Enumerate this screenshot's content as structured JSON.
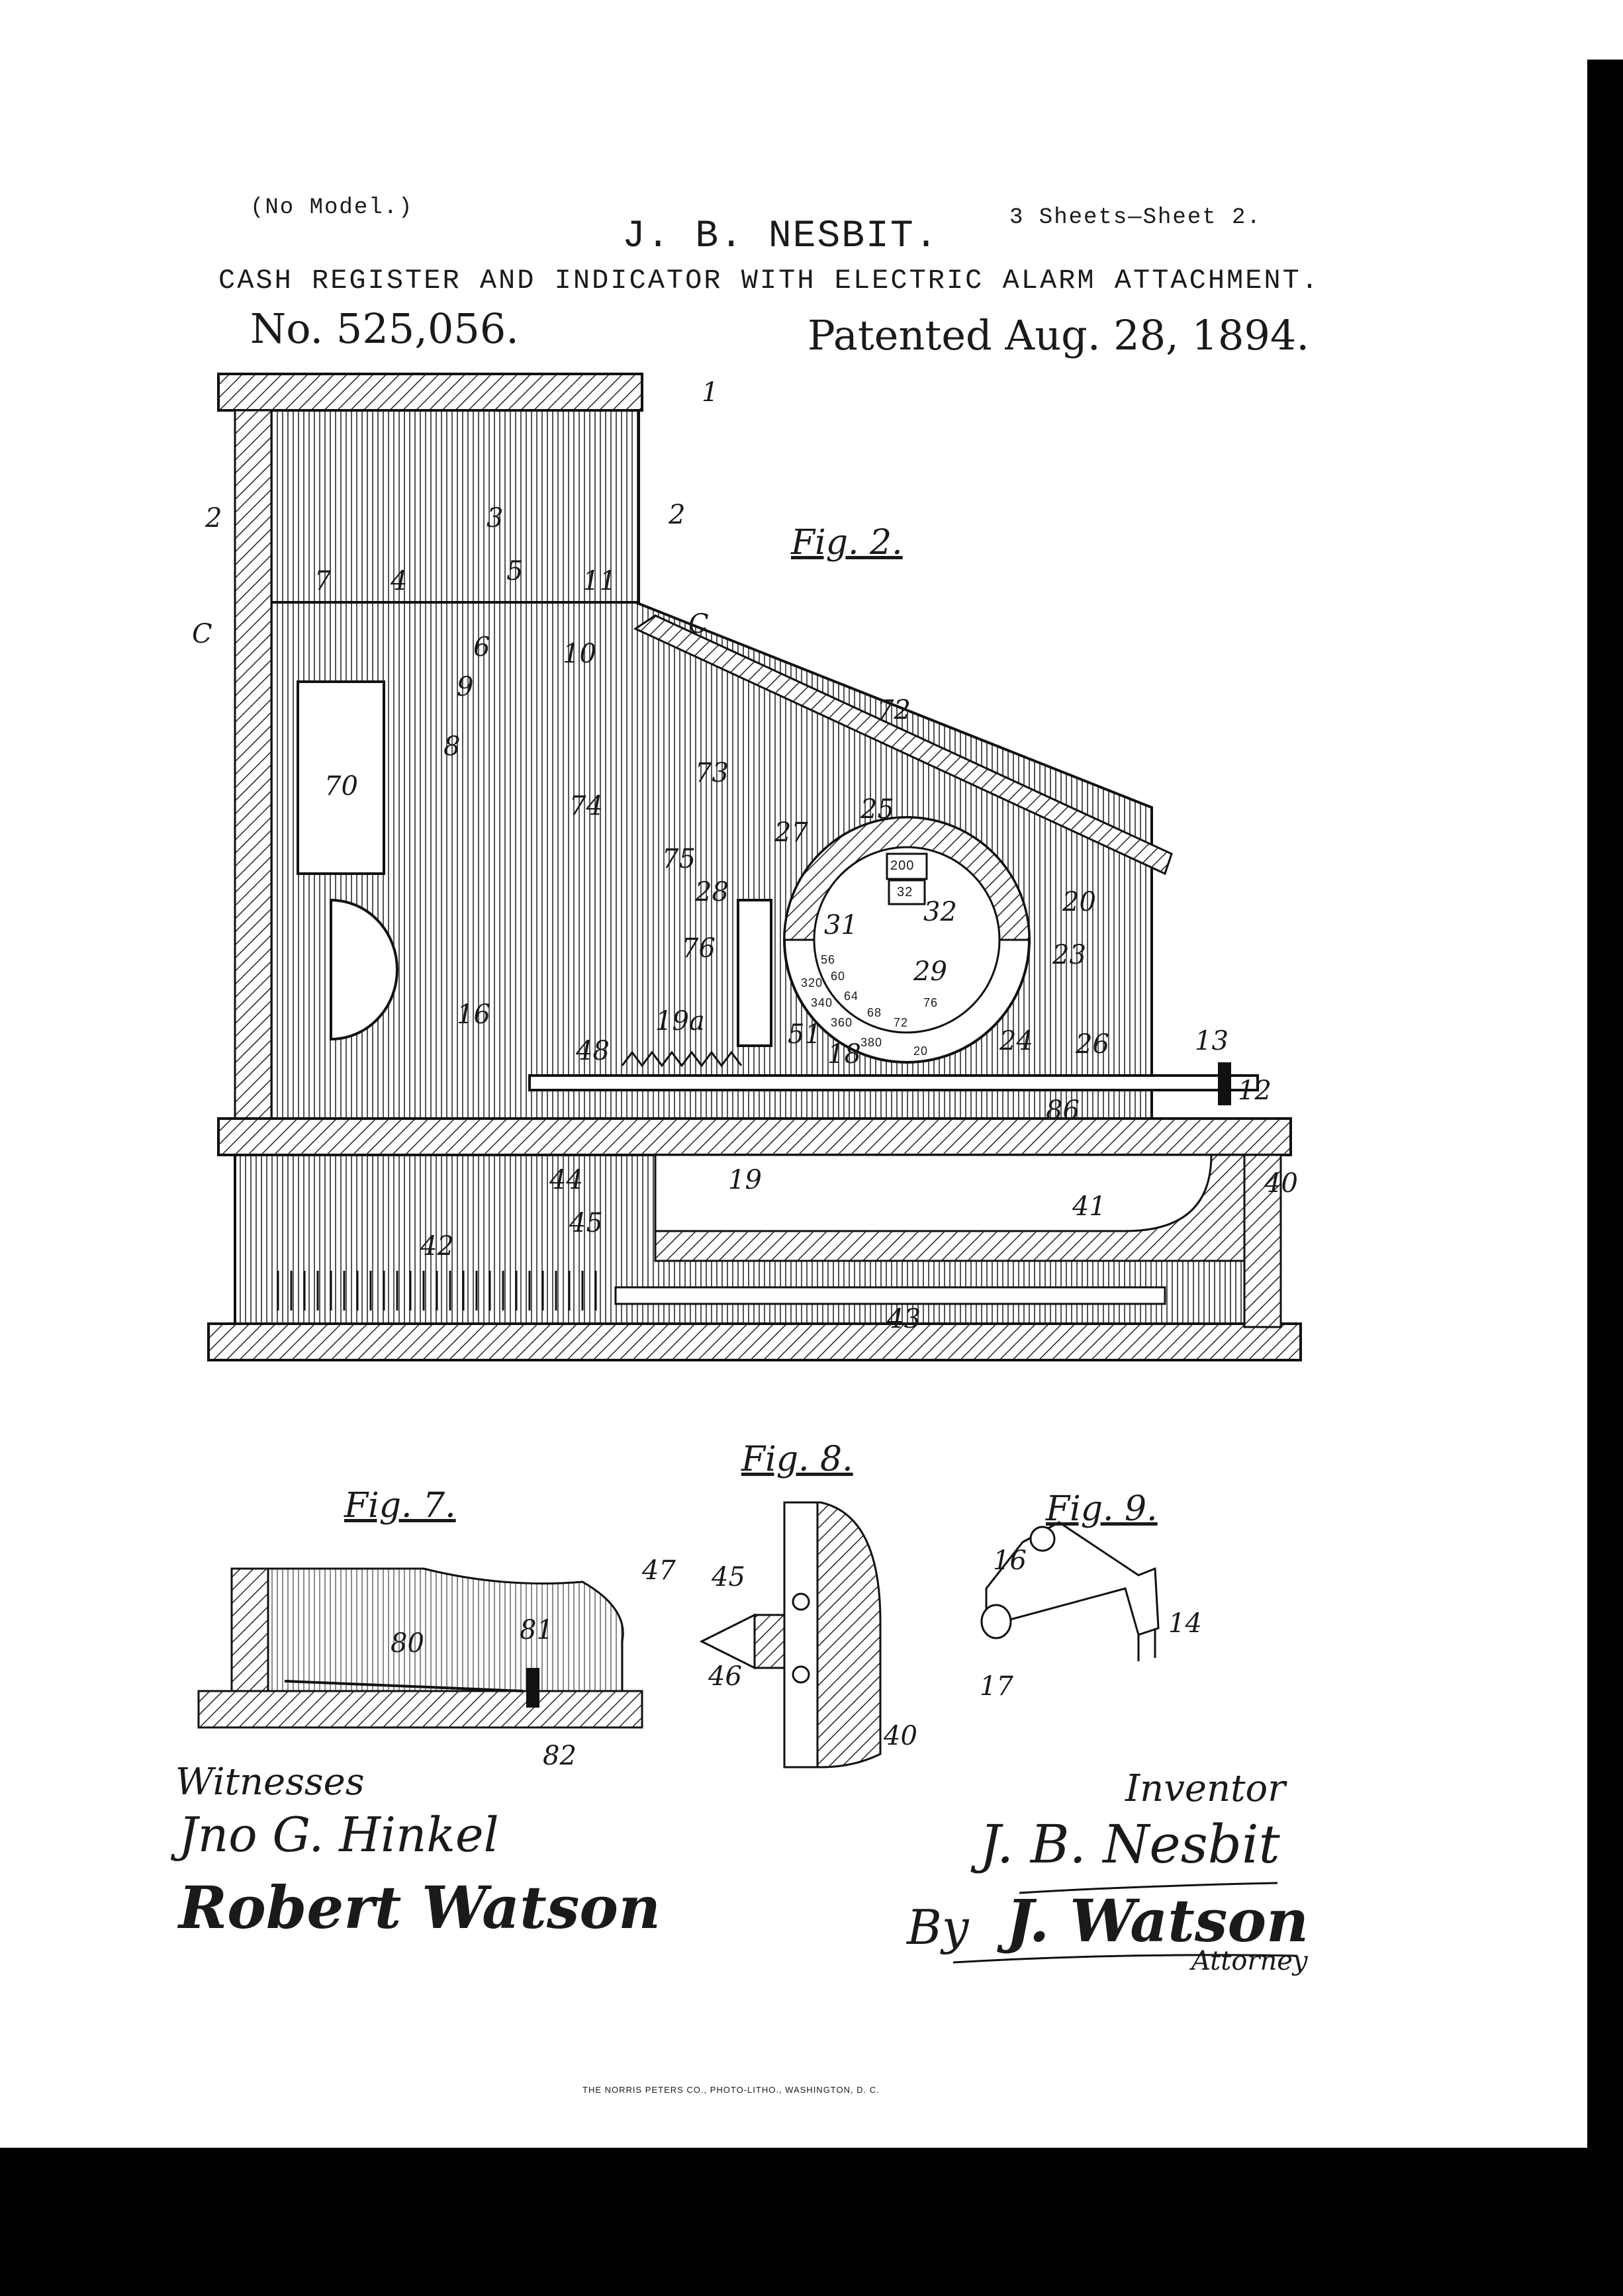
{
  "header": {
    "model_note": "(No Model.)",
    "sheets": "3 Sheets—Sheet 2.",
    "inventor_name": "J. B. NESBIT.",
    "title": "CASH REGISTER AND INDICATOR WITH ELECTRIC ALARM ATTACHMENT.",
    "patent_number": "No. 525,056.",
    "patent_date": "Patented Aug. 28, 1894."
  },
  "figures": {
    "fig2": {
      "caption": "Fig. 2.",
      "labels": [
        "1",
        "2",
        "2",
        "3",
        "4",
        "5",
        "6",
        "7",
        "9",
        "10",
        "11",
        "8",
        "70",
        "72",
        "73",
        "74",
        "75",
        "76",
        "27",
        "28",
        "25",
        "20",
        "23",
        "24",
        "26",
        "29",
        "31",
        "32",
        "16",
        "48",
        "19a",
        "51",
        "18",
        "13",
        "12",
        "19",
        "44",
        "45",
        "42",
        "43",
        "41",
        "40",
        "86",
        "C",
        "C"
      ],
      "dial_numbers": [
        "200",
        "32",
        "20",
        "380",
        "360",
        "340",
        "320",
        "72",
        "76",
        "68",
        "64",
        "60",
        "56"
      ]
    },
    "fig7": {
      "caption": "Fig. 7.",
      "labels": [
        "80",
        "81",
        "82"
      ]
    },
    "fig8": {
      "caption": "Fig. 8.",
      "labels": [
        "47",
        "45",
        "46",
        "40"
      ]
    },
    "fig9": {
      "caption": "Fig. 9.",
      "labels": [
        "16",
        "14",
        "17"
      ]
    }
  },
  "signatures": {
    "witnesses_label": "Witnesses",
    "witness_1": "Jno G. Hinkel",
    "witness_2": "Robert Watson",
    "inventor_label": "Inventor",
    "inventor_signature": "J. B. Nesbit",
    "by_prefix": "By",
    "attorney_signature": "J. Watson",
    "attorney_label": "Attorney"
  },
  "footer": {
    "printer": "THE NORRIS PETERS CO., PHOTO-LITHO., WASHINGTON, D. C."
  }
}
